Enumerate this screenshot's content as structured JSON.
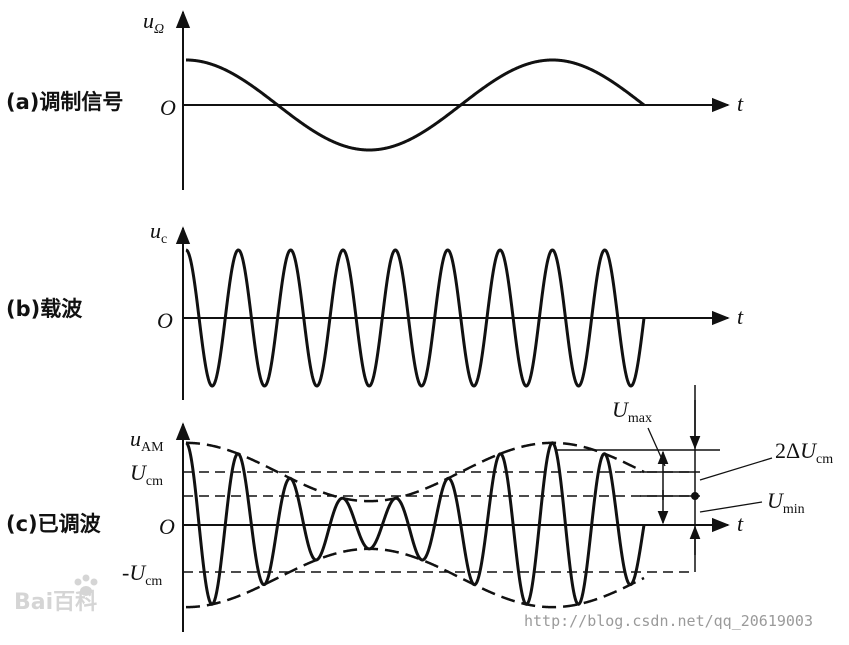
{
  "panel_a": {
    "label": "(a)调制信号",
    "y_symbol": "u",
    "y_subscript": "Ω",
    "origin": "O",
    "time_axis": "t"
  },
  "panel_b": {
    "label": "(b)载波",
    "y_symbol": "u",
    "y_subscript": "c",
    "origin": "O",
    "time_axis": "t"
  },
  "panel_c": {
    "label": "(c)已调波",
    "y_symbol": "u",
    "y_subscript": "AM",
    "origin": "O",
    "time_axis": "t",
    "ucm_pos_symbol": "U",
    "ucm_pos_subscript": "cm",
    "ucm_neg_symbol": "-U",
    "ucm_neg_subscript": "cm",
    "umax_symbol": "U",
    "umax_subscript": "max",
    "delta_prefix": "2Δ",
    "delta_symbol": "U",
    "delta_subscript": "cm",
    "umin_symbol": "U",
    "umin_subscript": "min"
  },
  "watermark": {
    "logo_text": "Bai百科",
    "url": "http://blog.csdn.net/qq_20619003"
  },
  "signals": {
    "modulating_cycles": 1.25,
    "carrier_cycles": 8.75,
    "modulation_depth": 0.55
  }
}
